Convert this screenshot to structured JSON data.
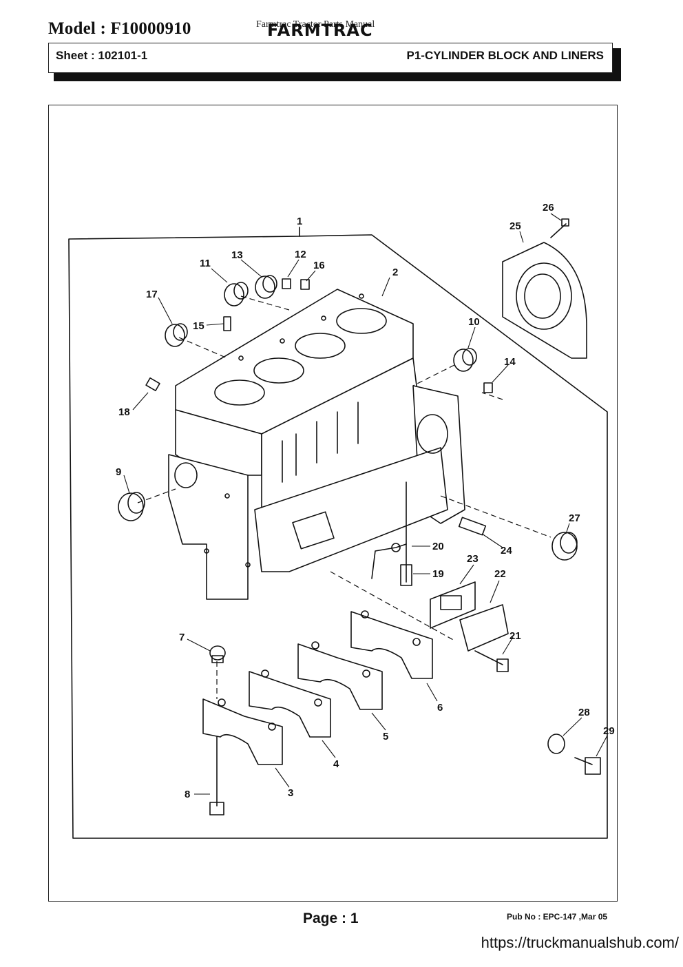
{
  "header": {
    "model": "Model : F10000910",
    "overlay_text": "Farmtrac Tractor Parts Manual",
    "brand": "FARMTRAC"
  },
  "sheet": {
    "number": "Sheet : 102101-1",
    "title": "P1-CYLINDER BLOCK AND LINERS"
  },
  "callouts": [
    "1",
    "2",
    "3",
    "4",
    "5",
    "6",
    "7",
    "8",
    "9",
    "10",
    "11",
    "12",
    "13",
    "14",
    "15",
    "16",
    "17",
    "18",
    "19",
    "20",
    "21",
    "22",
    "23",
    "24",
    "25",
    "26",
    "27",
    "28",
    "29"
  ],
  "footer": {
    "page": "Page : 1",
    "pub": "Pub No : EPC-147 ,Mar 05",
    "url": "https://truckmanualshub.com/"
  }
}
